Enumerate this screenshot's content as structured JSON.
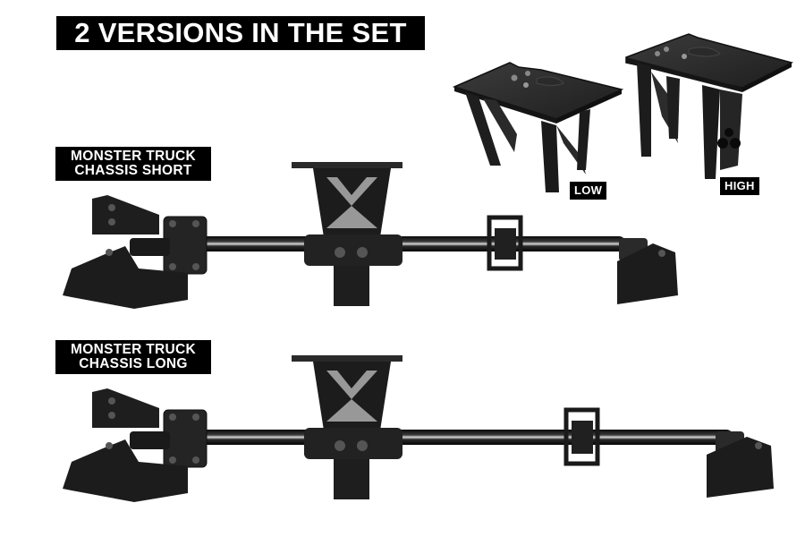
{
  "header": {
    "title": "2 VERSIONS IN THE SET"
  },
  "mounts": {
    "low_label": "LOW",
    "high_label": "HIGH"
  },
  "chassis": [
    {
      "line1": "MONSTER TRUCK",
      "line2": "CHASSIS SHORT"
    },
    {
      "line1": "MONSTER TRUCK",
      "line2": "CHASSIS LONG"
    }
  ],
  "colors": {
    "background": "#ffffff",
    "label_bg": "#000000",
    "label_text": "#ffffff",
    "part_dark": "#1c1c1c",
    "part_mid": "#2e2e2e",
    "part_highlight": "#5a5a5a"
  }
}
